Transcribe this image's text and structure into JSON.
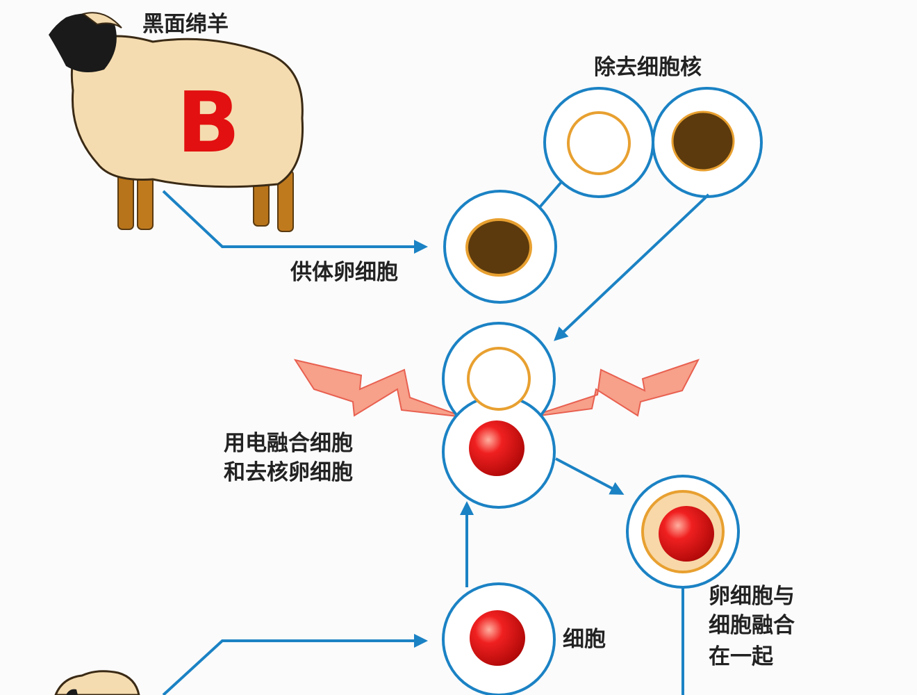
{
  "title": "黑面绵羊",
  "sheep_letter": "B",
  "labels": {
    "donor_sheep": "黑面绵羊",
    "remove_nucleus": "除去细胞核",
    "donor_egg": "供体卵细胞",
    "electro_fusion_line1": "用电融合细胞",
    "electro_fusion_line2": "和去核卵细胞",
    "fused_line1": "卵细胞与",
    "fused_line2": "细胞融合",
    "fused_line3": "在一起",
    "cell": "细胞"
  },
  "colors": {
    "line": "#1b82c4",
    "letter": "#e21010",
    "nucleus": "#5c3a0d",
    "nucleus_ring": "#e8a030",
    "red_cell": "#e81818",
    "bolt": "#f7a08a"
  }
}
